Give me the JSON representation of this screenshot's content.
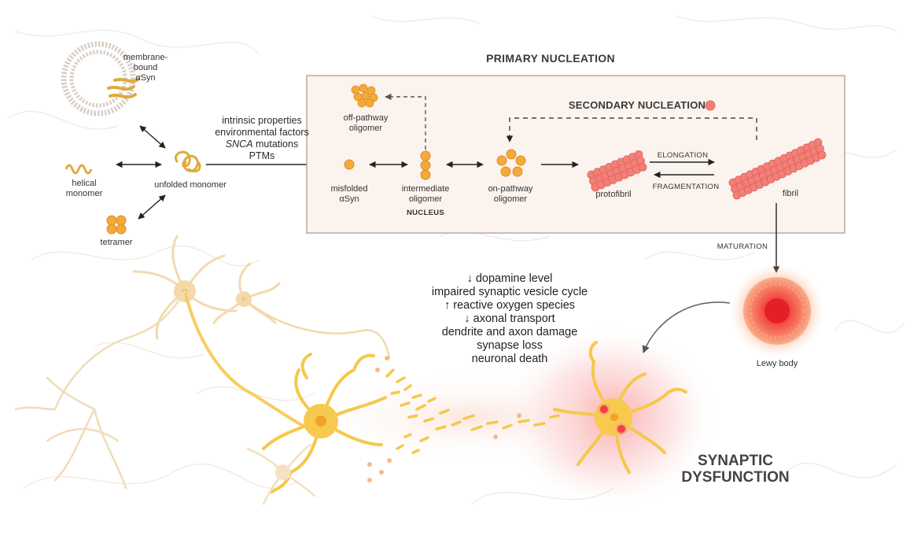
{
  "primary_nucleation_title": "PRIMARY NUCLEATION",
  "secondary_nucleation_title": "SECONDARY NUCLEATION",
  "left_states": {
    "membrane_bound": [
      "membrane-",
      "bound",
      "αSyn"
    ],
    "helical": [
      "helical",
      "monomer"
    ],
    "unfolded": "unfolded monomer",
    "tetramer": "tetramer"
  },
  "factors": {
    "line1": "intrinsic properties",
    "line2": "environmental factors",
    "line3_italic": "SNCA",
    "line3_rest": " mutations",
    "line4": "PTMs"
  },
  "pathway": {
    "off_pathway": [
      "off-pathway",
      "oligomer"
    ],
    "misfolded": [
      "misfolded",
      "αSyn"
    ],
    "intermediate": [
      "intermediate",
      "oligomer"
    ],
    "nucleus": "NUCLEUS",
    "on_pathway": [
      "on-pathway",
      "oligomer"
    ],
    "protofibril": "protofibril",
    "elongation": "ELONGATION",
    "fragmentation": "FRAGMENTATION",
    "fibril": "fibril"
  },
  "maturation": "MATURATION",
  "lewy_body": "Lewy body",
  "effects": {
    "e1": "↓ dopamine level",
    "e2": "impaired synaptic vesicle cycle",
    "e3": "↑ reactive oxygen species",
    "e4": "↓ axonal transport",
    "e5": "dendrite and axon damage",
    "e6": "synapse loss",
    "e7": "neuronal death"
  },
  "synaptic": [
    "SYNAPTIC",
    "DYSFUNCTION"
  ],
  "colors": {
    "orange": "#f3a93c",
    "salmon": "#f28079",
    "lewy_red": "#f0413a",
    "box_bg": "#fbf3ee",
    "box_border": "#b9a9a1",
    "neuron": "#f6c84a"
  }
}
